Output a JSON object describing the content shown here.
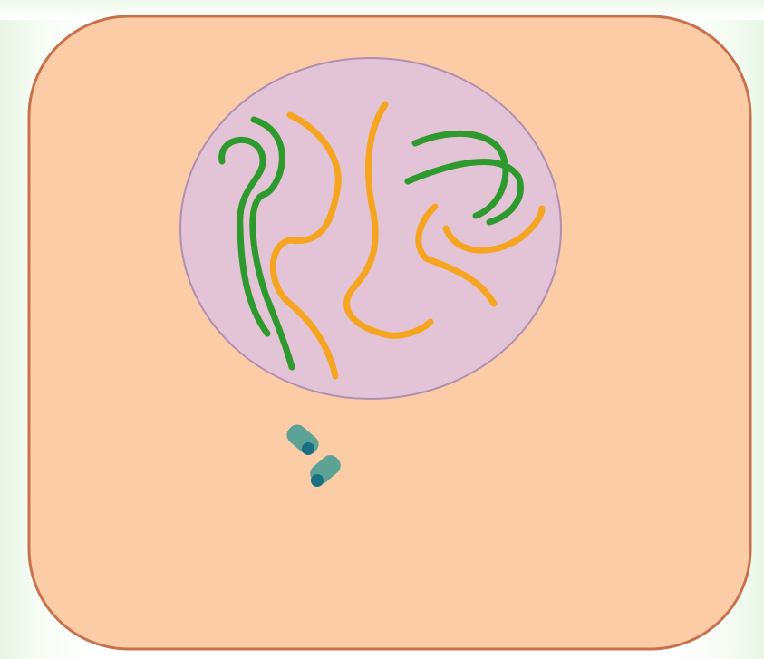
{
  "diagram": {
    "colors": {
      "background": "#ffffff",
      "cell_fill": "#fccca6",
      "cell_border": "#c8724c",
      "nucleus_fill": "#e3c3d6",
      "nucleus_border": "#b08fb0",
      "chromosome_green": "#2e9a2e",
      "chromosome_orange": "#f5a51f",
      "centriole_body": "#4a9f93",
      "centriole_core": "#1b6f82"
    },
    "structures": [
      {
        "name": "cell",
        "shape": "rounded-rectangle"
      },
      {
        "name": "nucleus",
        "shape": "circle"
      },
      {
        "name": "chromosomes",
        "count": 8,
        "colors": [
          "green",
          "orange"
        ]
      },
      {
        "name": "centrioles",
        "count": 2
      }
    ]
  }
}
